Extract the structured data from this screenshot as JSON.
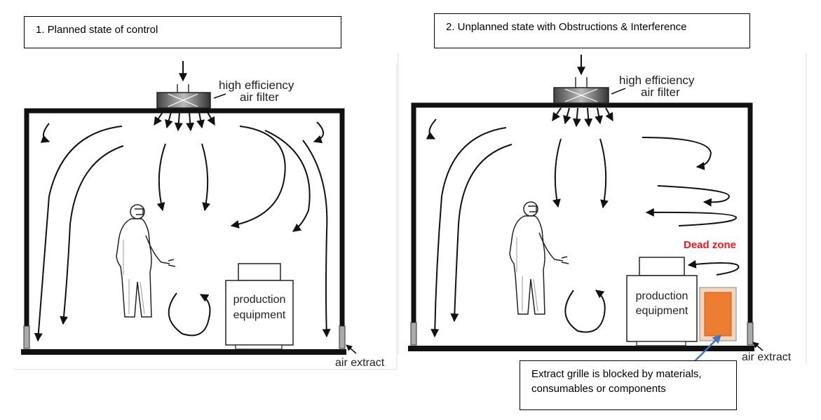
{
  "panel1": {
    "caption": "1. Planned state of control",
    "filter_line1": "high efficiency",
    "filter_line2": "air filter",
    "equipment_line1": "production",
    "equipment_line2": "equipment",
    "extract_label": "air extract"
  },
  "panel2": {
    "caption": "2. Unplanned state with Obstructions & Interference",
    "filter_line1": "high efficiency",
    "filter_line2": "air filter",
    "equipment_line1": "production",
    "equipment_line2": "equipment",
    "extract_label": "air extract",
    "dead_zone_label": "Dead zone",
    "blocked_note": "Extract grille is blocked by materials, consumables or components"
  },
  "colors": {
    "dead_zone": "#e8191c",
    "blocking_material": "#ed7d31",
    "pointer_arrow": "#4472c4"
  }
}
